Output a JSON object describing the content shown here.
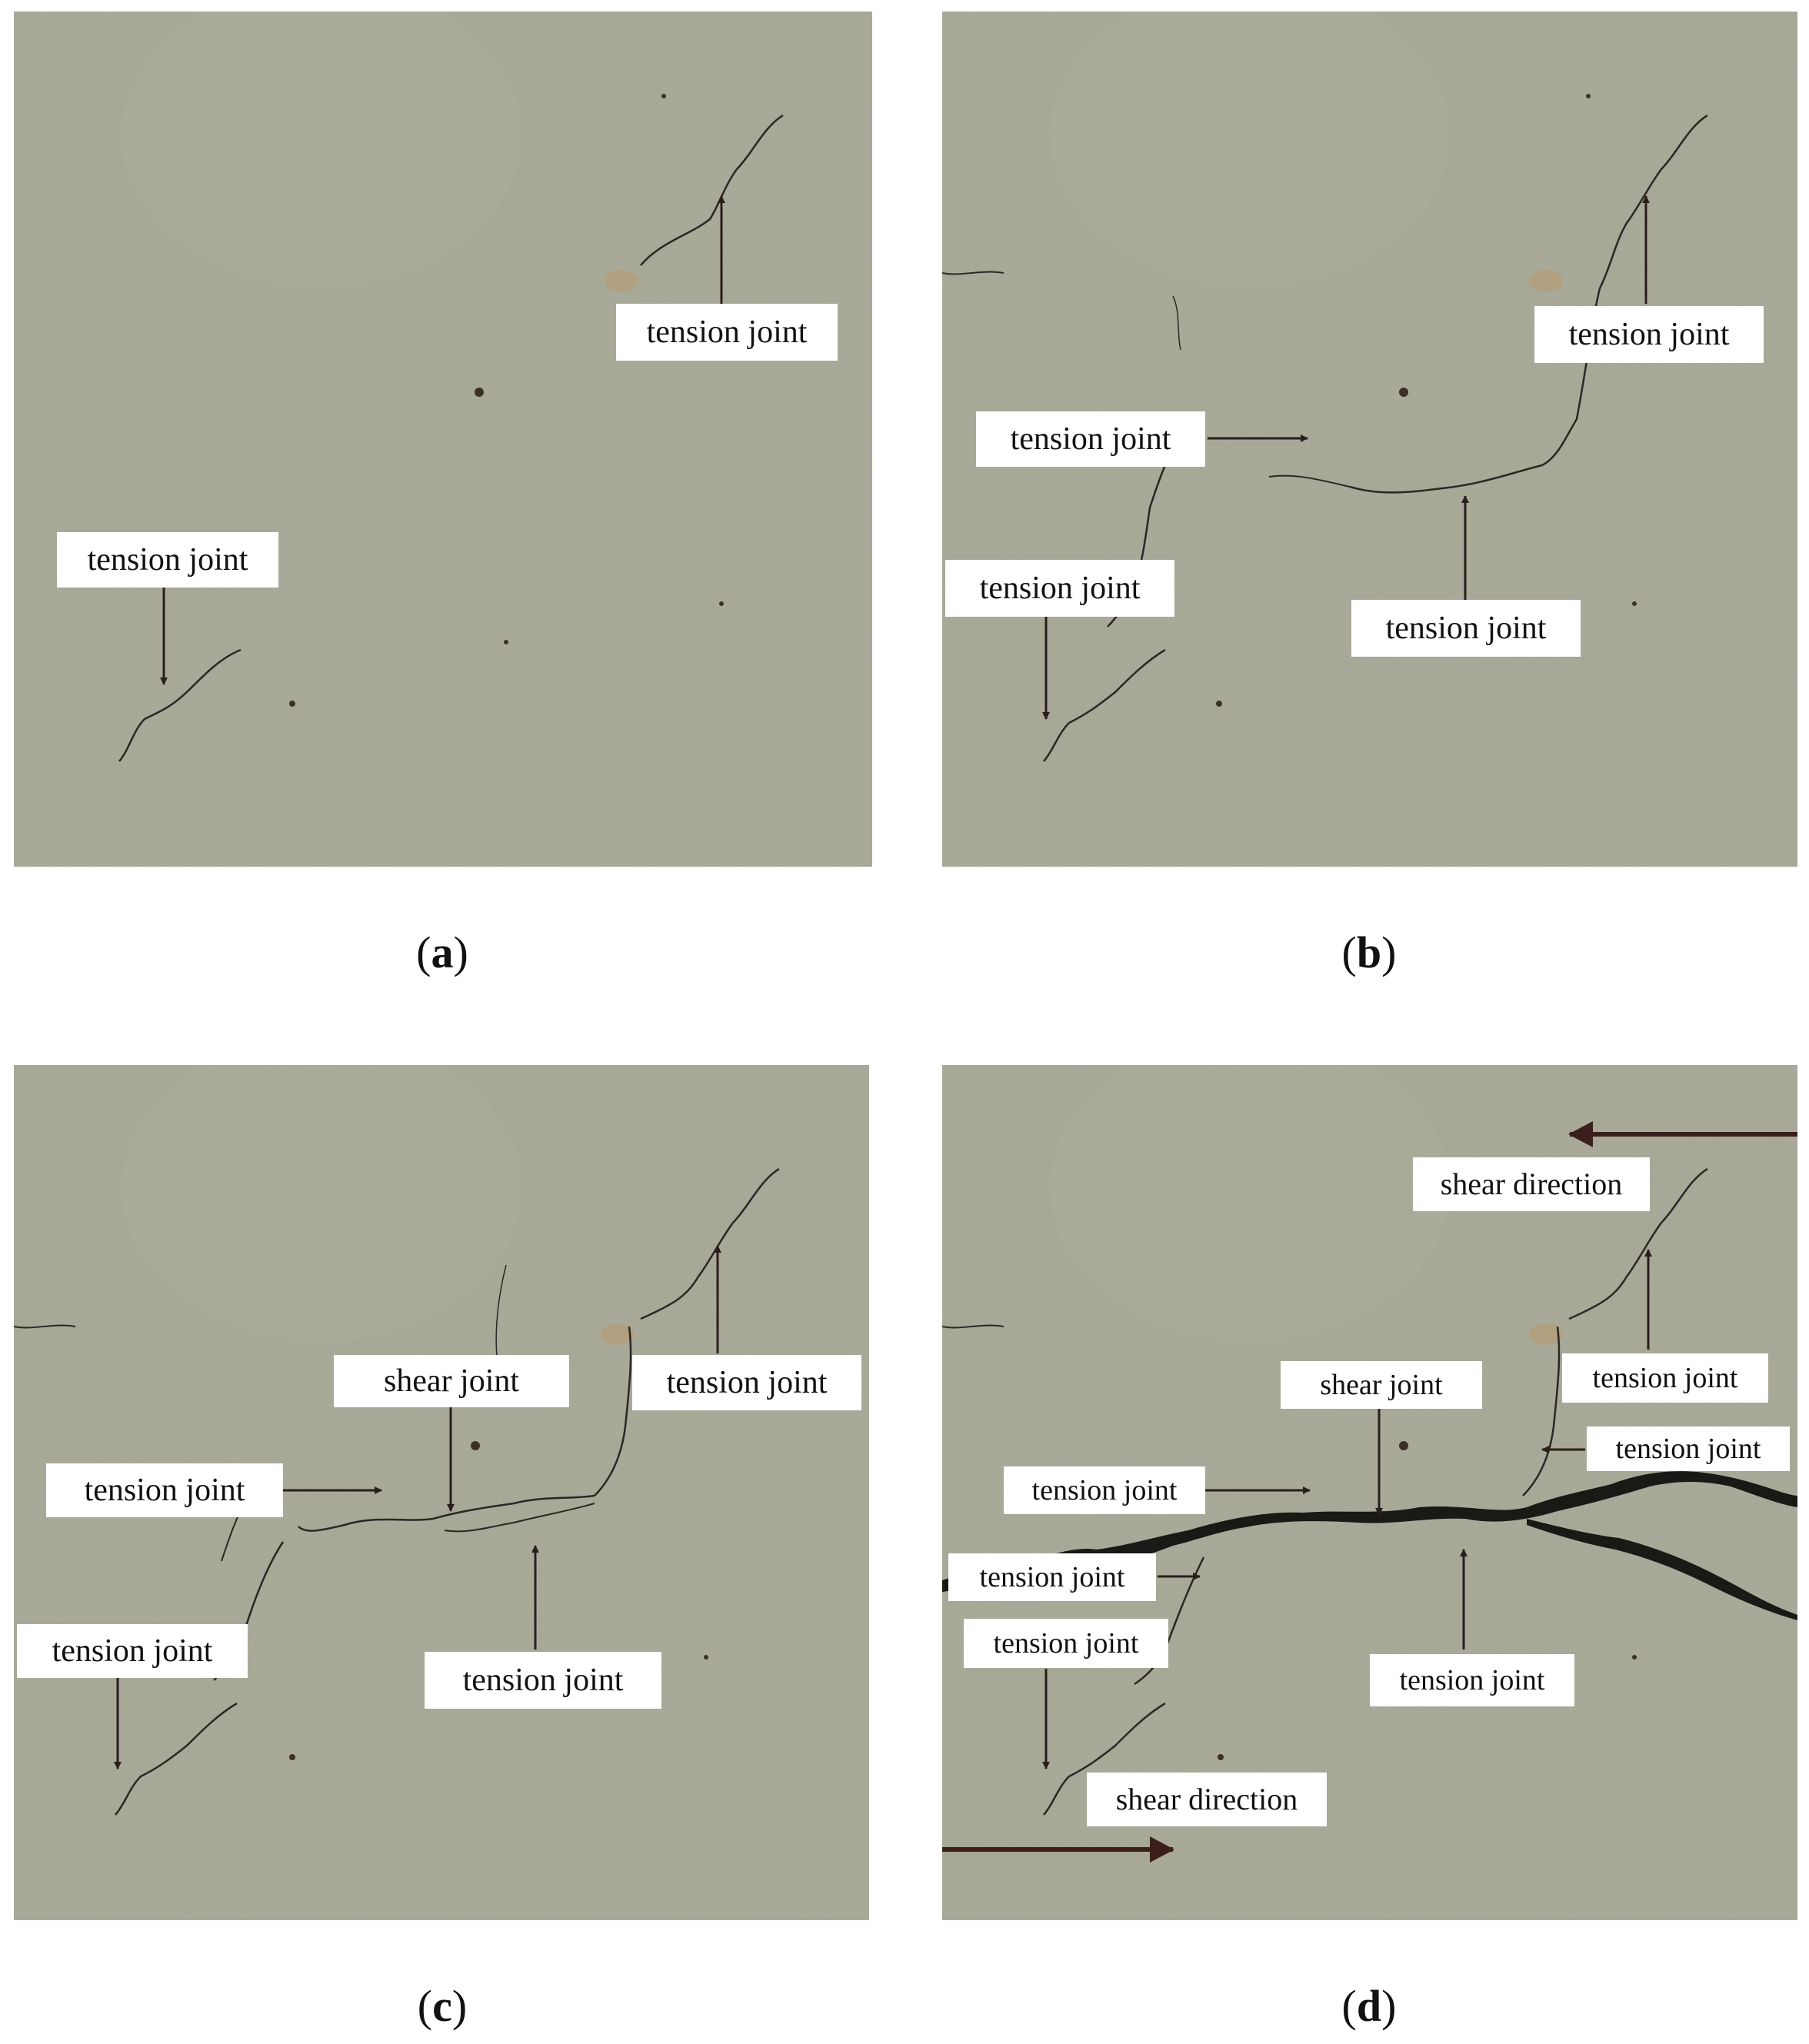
{
  "colors": {
    "concrete": "#a7a796",
    "crack": "#2b2724",
    "arrow": "#2a1e1a",
    "label_bg": "#ffffff"
  },
  "panels": {
    "a": {
      "caption": "a",
      "labels": {
        "tj1": "tension joint",
        "tj2": "tension joint"
      }
    },
    "b": {
      "caption": "b",
      "labels": {
        "tj1": "tension joint",
        "tj2": "tension joint",
        "tj3": "tension joint",
        "tj4": "tension joint"
      }
    },
    "c": {
      "caption": "c",
      "labels": {
        "shear": "shear joint",
        "tj1": "tension joint",
        "tj2": "tension joint",
        "tj3": "tension joint",
        "tj4": "tension joint"
      }
    },
    "d": {
      "caption": "d",
      "labels": {
        "shear_dir_top": "shear direction",
        "shear_dir_bottom": "shear direction",
        "shear": "shear joint",
        "tj1": "tension joint",
        "tj2": "tension joint",
        "tj3": "tension joint",
        "tj4": "tension joint",
        "tj5": "tension joint",
        "tj6": "tension joint"
      }
    }
  }
}
